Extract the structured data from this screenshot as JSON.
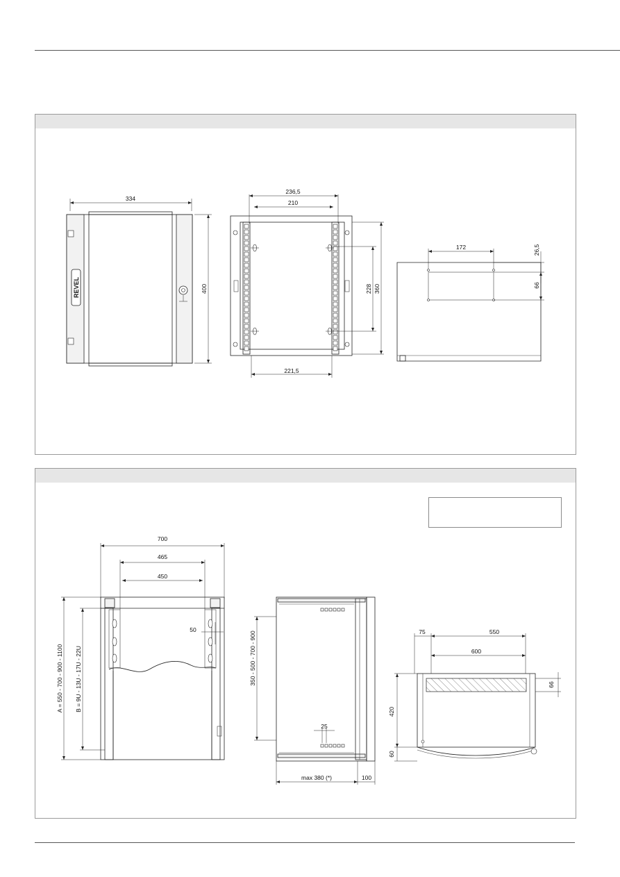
{
  "top_panel": {
    "front_view": {
      "width": "334",
      "height": "400",
      "logo": "REVEL"
    },
    "rear_view": {
      "outer_width": "236,5",
      "inner_width": "210",
      "bottom_width": "221,5",
      "hole_spacing": "228",
      "height": "360"
    },
    "side_view": {
      "hole_spacing": "172",
      "top_offset": "26,5",
      "hole_height": "66"
    }
  },
  "bottom_panel": {
    "front_view": {
      "outer_width": "700",
      "mid_width": "465",
      "inner_width": "450",
      "offset": "50",
      "height_a": "A = 550 - 700 - 900 - 1100",
      "height_b": "B = 9U - 13U - 17U - 22U"
    },
    "side_view": {
      "height": "350 - 500 - 700 - 900",
      "depth": "max 380 (*)",
      "extra": "100",
      "small": "25"
    },
    "top_view": {
      "left_offset": "75",
      "span": "550",
      "width": "600",
      "hatched_height": "66",
      "depth": "420",
      "base": "60"
    }
  },
  "colors": {
    "header_band": "#e6e6e6",
    "rule": "#555555",
    "line": "#222222"
  }
}
